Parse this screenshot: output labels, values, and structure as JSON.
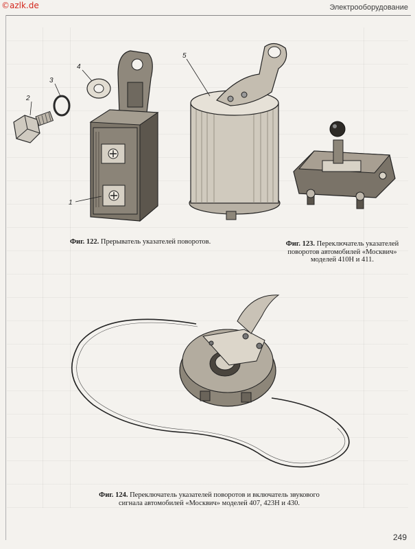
{
  "watermark": "©azlk.de",
  "header": {
    "section_title": "Электрооборудование"
  },
  "figures": {
    "fig122": {
      "number": "Фиг. 122.",
      "caption": "Прерыватель указателей поворотов.",
      "callouts": [
        "1",
        "2",
        "3",
        "4",
        "5"
      ]
    },
    "fig123": {
      "number": "Фиг. 123.",
      "caption": "Переключатель указателей поворотов автомобилей «Москвич» моделей 410Н и 411."
    },
    "fig124": {
      "number": "Фиг. 124.",
      "caption": "Переключатель указателей поворотов и включатель звукового сигнала автомобилей «Москвич» моделей 407, 423Н и 430."
    }
  },
  "page_number": "249"
}
